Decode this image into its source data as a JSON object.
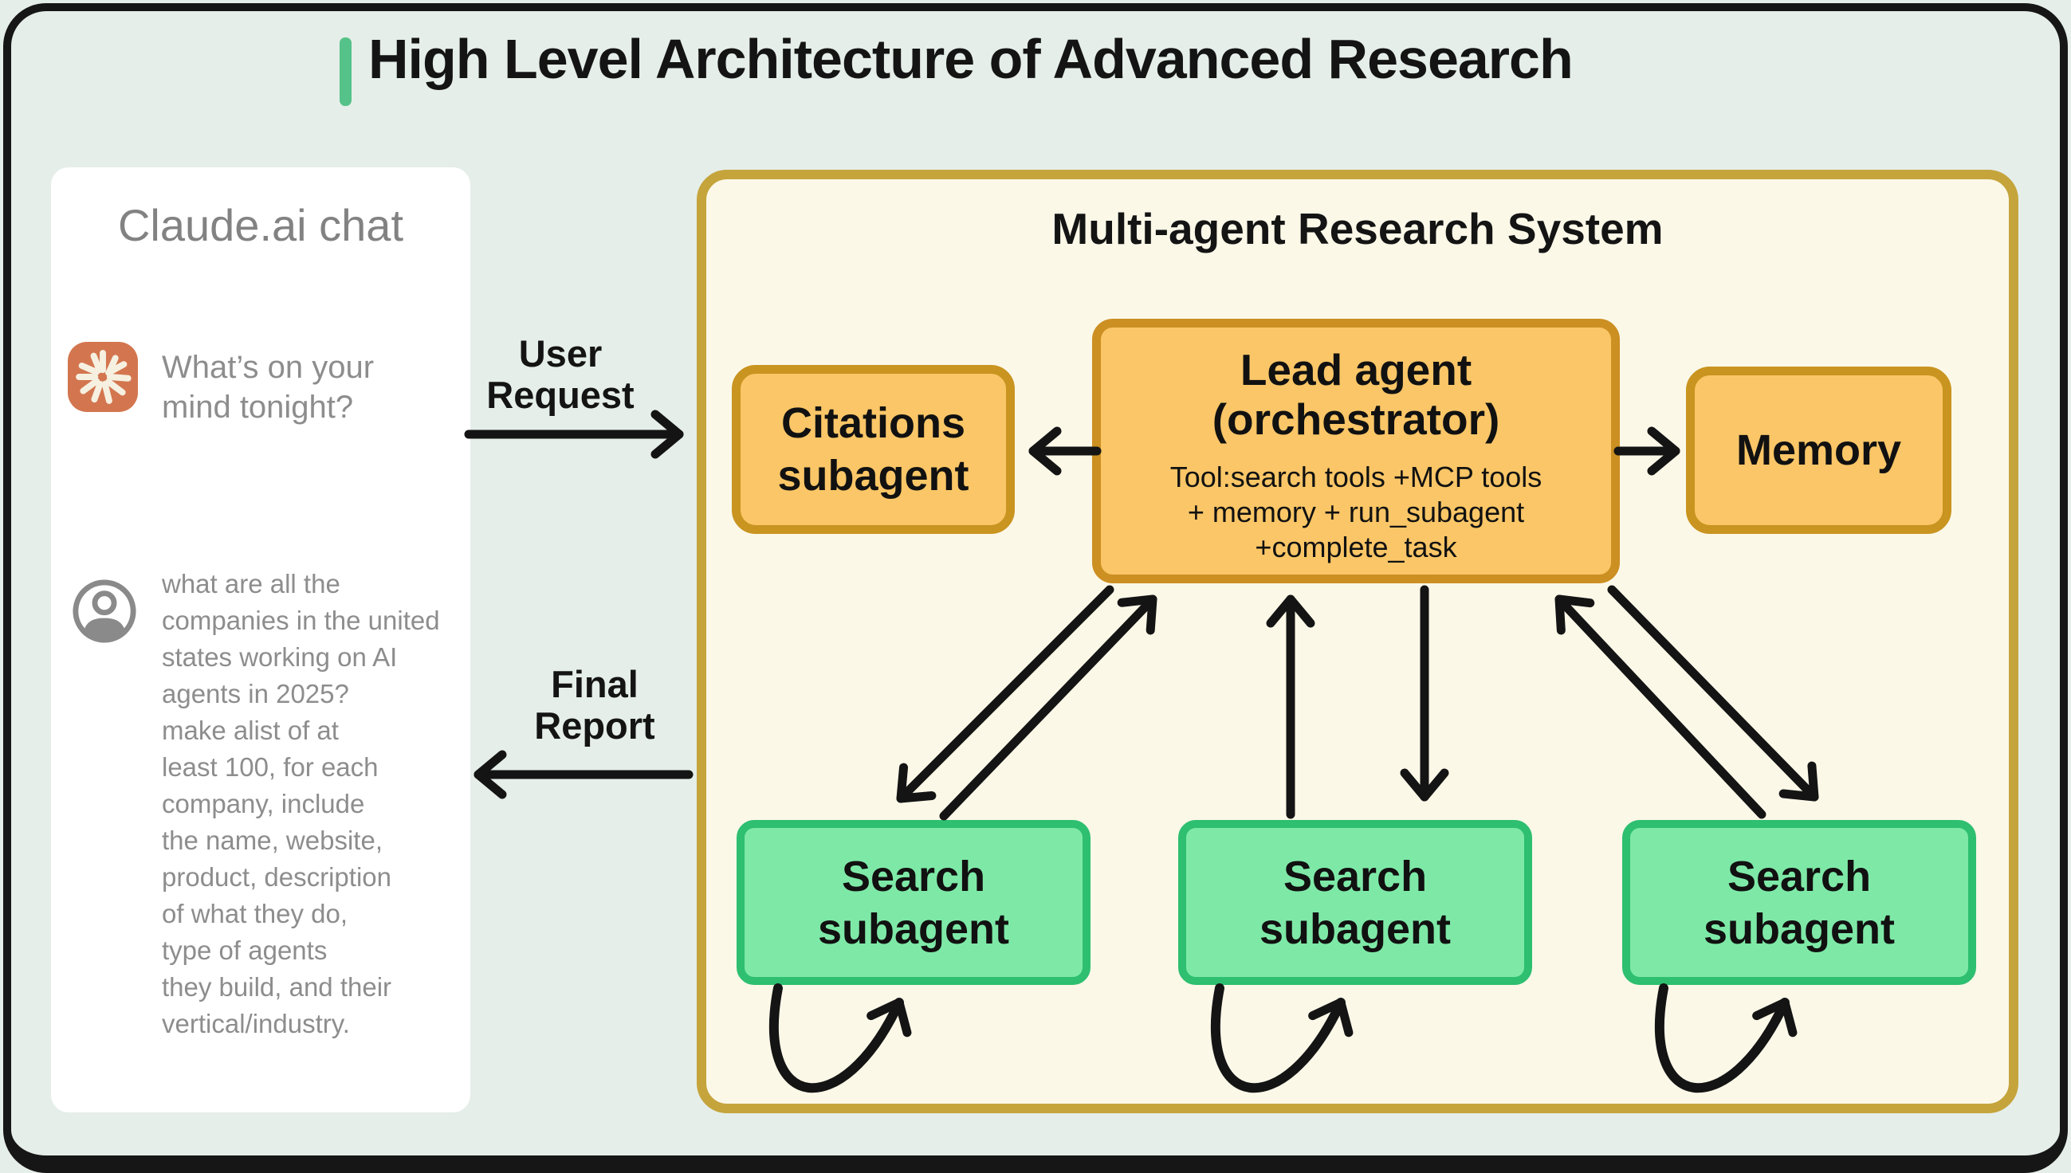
{
  "title": "High Level Architecture of Advanced Research",
  "chat_panel": {
    "title": "Claude.ai chat",
    "prompt": "What’s on your\nmind tonight?",
    "user_message": "what are all the\ncompanies in the united\nstates working on AI\nagents in 2025?\nmake alist of at\nleast 100, for each\ncompany, include\nthe name, website,\nproduct, description\nof what they do,\ntype of agents\nthey build, and their\nvertical/industry."
  },
  "flow": {
    "user_request": "User\nRequest",
    "final_report": "Final\nReport"
  },
  "system": {
    "title": "Multi-agent Research System",
    "citations_label": "Citations\nsubagent",
    "lead_title": "Lead agent\n(orchestrator)",
    "lead_tools": "Tool:search tools +MCP tools\n+ memory + run_subagent\n+complete_task",
    "memory_label": "Memory",
    "search_labels": [
      "Search\nsubagent",
      "Search\nsubagent",
      "Search\nsubagent"
    ]
  },
  "icons": {
    "claude_logo": "claude-starburst-icon",
    "user_avatar": "user-avatar-icon"
  },
  "colors": {
    "background": "#E5EEE9",
    "frame_border": "#161616",
    "accent_green": "#55C289",
    "panel_white": "#FFFFFF",
    "gray_text": "#8D8D8D",
    "claude_orange": "#D3764F",
    "system_bg": "#FBF8E8",
    "system_border": "#C5A43C",
    "agent_orange_fill": "#FAC667",
    "agent_orange_border": "#C9941F",
    "search_green_fill": "#7EE9A7",
    "search_green_border": "#2EBF70",
    "arrow_black": "#141414"
  }
}
